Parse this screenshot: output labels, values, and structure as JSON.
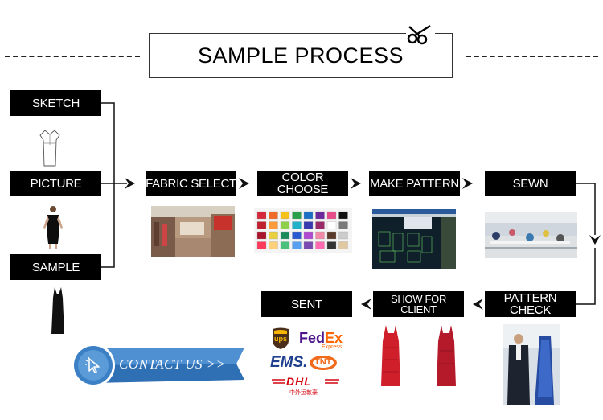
{
  "title": "SAMPLE PROCESS",
  "steps": {
    "sketch": "SKETCH",
    "picture": "PICTURE",
    "sample": "SAMPLE",
    "fabric_select": "FABRIC SELECT",
    "color_choose": "COLOR CHOOSE",
    "make_pattern": "MAKE PATTERN",
    "sewn": "SEWN",
    "pattern_check": "PATTERN CHECK",
    "show_for_client": "SHOW FOR CLIENT",
    "sent": "SENT"
  },
  "contact": {
    "label": "CONTACT US  >>"
  },
  "logos": {
    "ups": "ups",
    "fedex_fed": "Fed",
    "fedex_ex": "Ex",
    "fedex_sub": "Express",
    "ems": "EMS.",
    "tnt": "TNT",
    "dhl": "DHL",
    "dhl_sub": "中外运敦豪"
  },
  "colors": {
    "box": "#000000",
    "contact_blue": "#3b7fc4",
    "ups_brown": "#4b2e1a",
    "fedex_purple": "#4d148c",
    "fedex_orange": "#ff6600",
    "tnt_orange": "#f26a1b",
    "dhl_red": "#d40511"
  }
}
